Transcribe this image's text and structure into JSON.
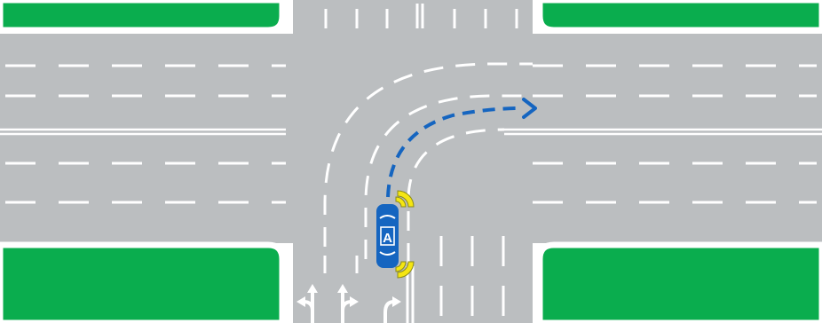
{
  "scene": {
    "vehicle_label": "A",
    "vehicle_maneuver": "right turn",
    "turn_signal": "right",
    "lane_arrows": [
      "left-straight",
      "straight-right",
      "right"
    ]
  },
  "colors": {
    "road": "#bbbec0",
    "grass": "#0aad4e",
    "curb": "#ffffff",
    "markings": "#ffffff",
    "vehicle": "#1565c0",
    "path": "#1565c0",
    "signal": "#f5e612",
    "signal_outline": "#8a8a1a"
  }
}
